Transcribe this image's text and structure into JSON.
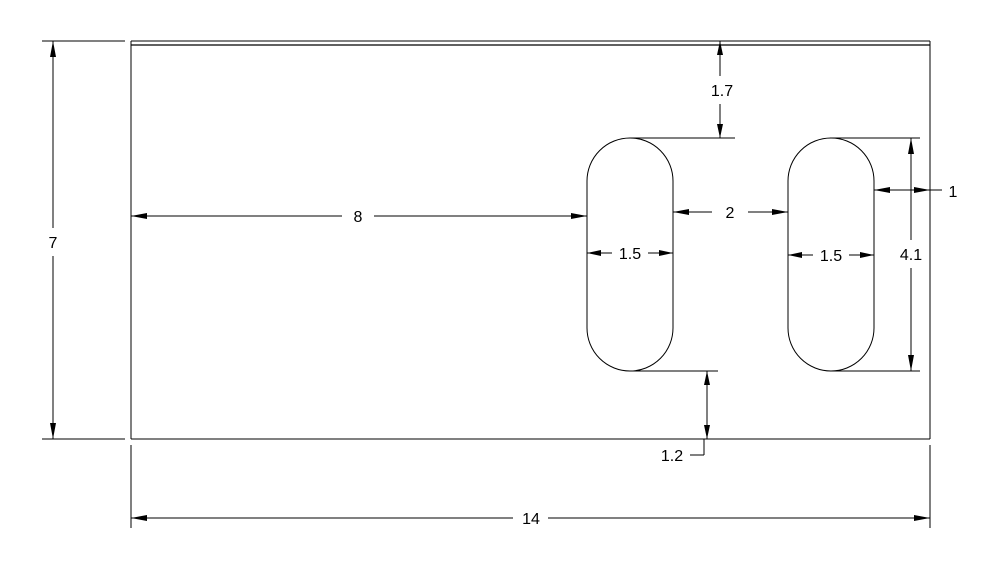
{
  "dimensions": {
    "overall_width": "14",
    "overall_height": "7",
    "slot_offset_from_left": "8",
    "top_clearance": "1.7",
    "bottom_clearance": "1.2",
    "slot_gap": "2",
    "slot1_width": "1.5",
    "slot2_width": "1.5",
    "slot_height": "4.1",
    "right_margin": "1"
  }
}
